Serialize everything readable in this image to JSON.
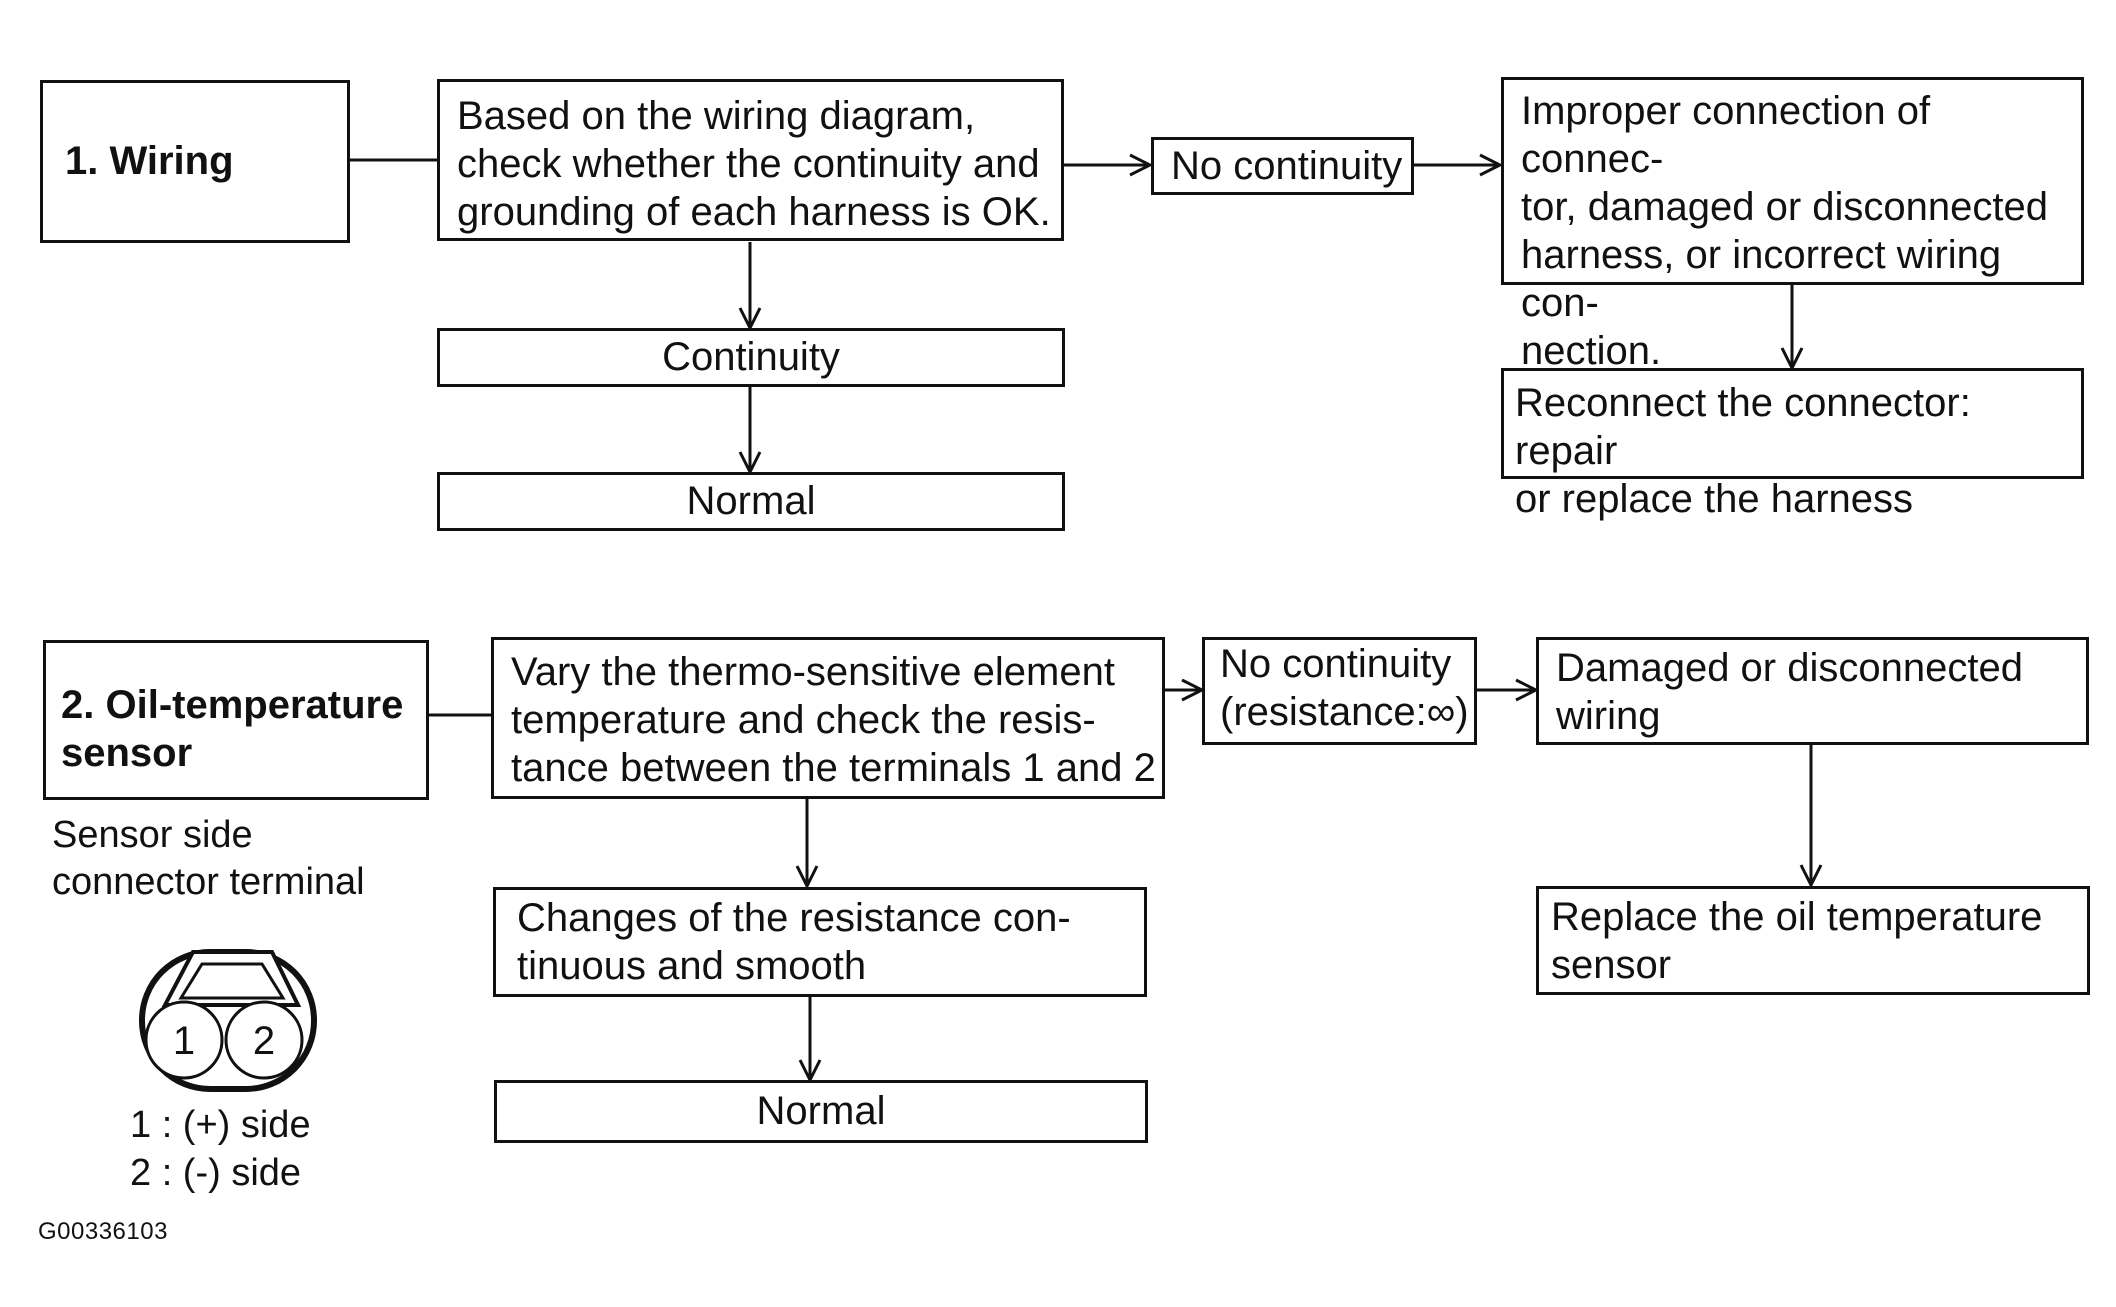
{
  "section1": {
    "title": "1. Wiring",
    "check": "Based on the wiring diagram,\ncheck whether the continuity and\ngrounding of each harness is OK.",
    "no_continuity": "No continuity",
    "fault": "Improper connection of connec-\ntor, damaged or disconnected\nharness, or incorrect wiring con-\nnection.",
    "remedy": "Reconnect the connector: repair\nor replace the harness",
    "continuity": "Continuity",
    "normal": "Normal"
  },
  "section2": {
    "title": "2. Oil-temperature\n    sensor",
    "check": "Vary the thermo-sensitive element\ntemperature and check the resis-\ntance between the terminals 1 and 2",
    "no_continuity": "No continuity\n(resistance:∞)",
    "fault": "Damaged or disconnected\nwiring",
    "remedy": "Replace the oil temperature\nsensor",
    "changes": "Changes of the resistance con-\ntinuous and smooth",
    "normal": "Normal"
  },
  "connector": {
    "caption": "Sensor side\nconnector terminal",
    "pin1": "1",
    "pin2": "2",
    "legend_1": "1 : (+) side",
    "legend_2": "2 : (-) side"
  },
  "figure_code": "G00336103"
}
